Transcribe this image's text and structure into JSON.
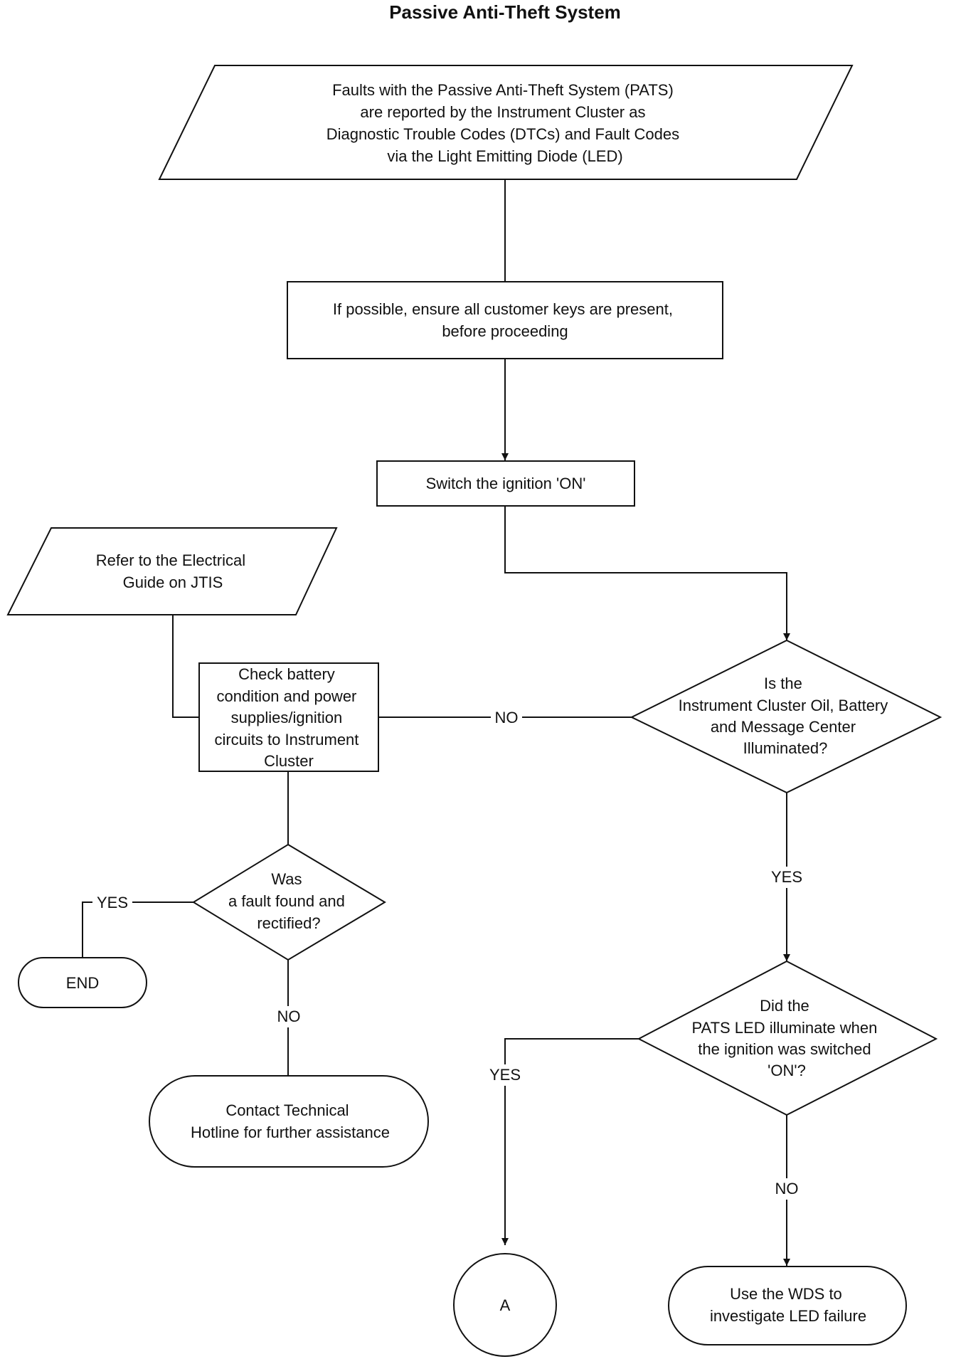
{
  "title": "Passive Anti-Theft System",
  "nodes": {
    "intro": {
      "lines": [
        "Faults with the Passive Anti-Theft System (PATS)",
        "are reported by the Instrument Cluster as",
        "Diagnostic Trouble Codes (DTCs) and Fault Codes",
        "via the Light Emitting Diode (LED)"
      ]
    },
    "keys": {
      "lines": [
        "If possible, ensure all customer keys are present,",
        "before proceeding"
      ]
    },
    "ignition": {
      "lines": [
        "Switch the ignition 'ON'"
      ]
    },
    "refer": {
      "lines": [
        "Refer to the Electrical",
        "Guide on JTIS"
      ]
    },
    "check_battery": {
      "lines": [
        "Check battery",
        "condition and power",
        "supplies/ignition",
        "circuits to Instrument",
        "Cluster"
      ]
    },
    "q_cluster": {
      "lines": [
        "Is the",
        "Instrument Cluster Oil, Battery",
        "and Message Center",
        "Illuminated?"
      ]
    },
    "q_fault": {
      "lines": [
        "Was",
        "a fault found and",
        "rectified?"
      ]
    },
    "end": {
      "lines": [
        "END"
      ]
    },
    "contact": {
      "lines": [
        "Contact Technical",
        "Hotline for further assistance"
      ]
    },
    "q_led": {
      "lines": [
        "Did the",
        "PATS LED illuminate when",
        "the ignition was switched",
        "'ON'?"
      ]
    },
    "connector_a": {
      "lines": [
        "A"
      ]
    },
    "wds": {
      "lines": [
        "Use the WDS to",
        "investigate LED failure"
      ]
    }
  },
  "edge_labels": {
    "no_cluster": "NO",
    "yes_cluster": "YES",
    "yes_fault": "YES",
    "no_fault": "NO",
    "yes_led": "YES",
    "no_led": "NO"
  }
}
